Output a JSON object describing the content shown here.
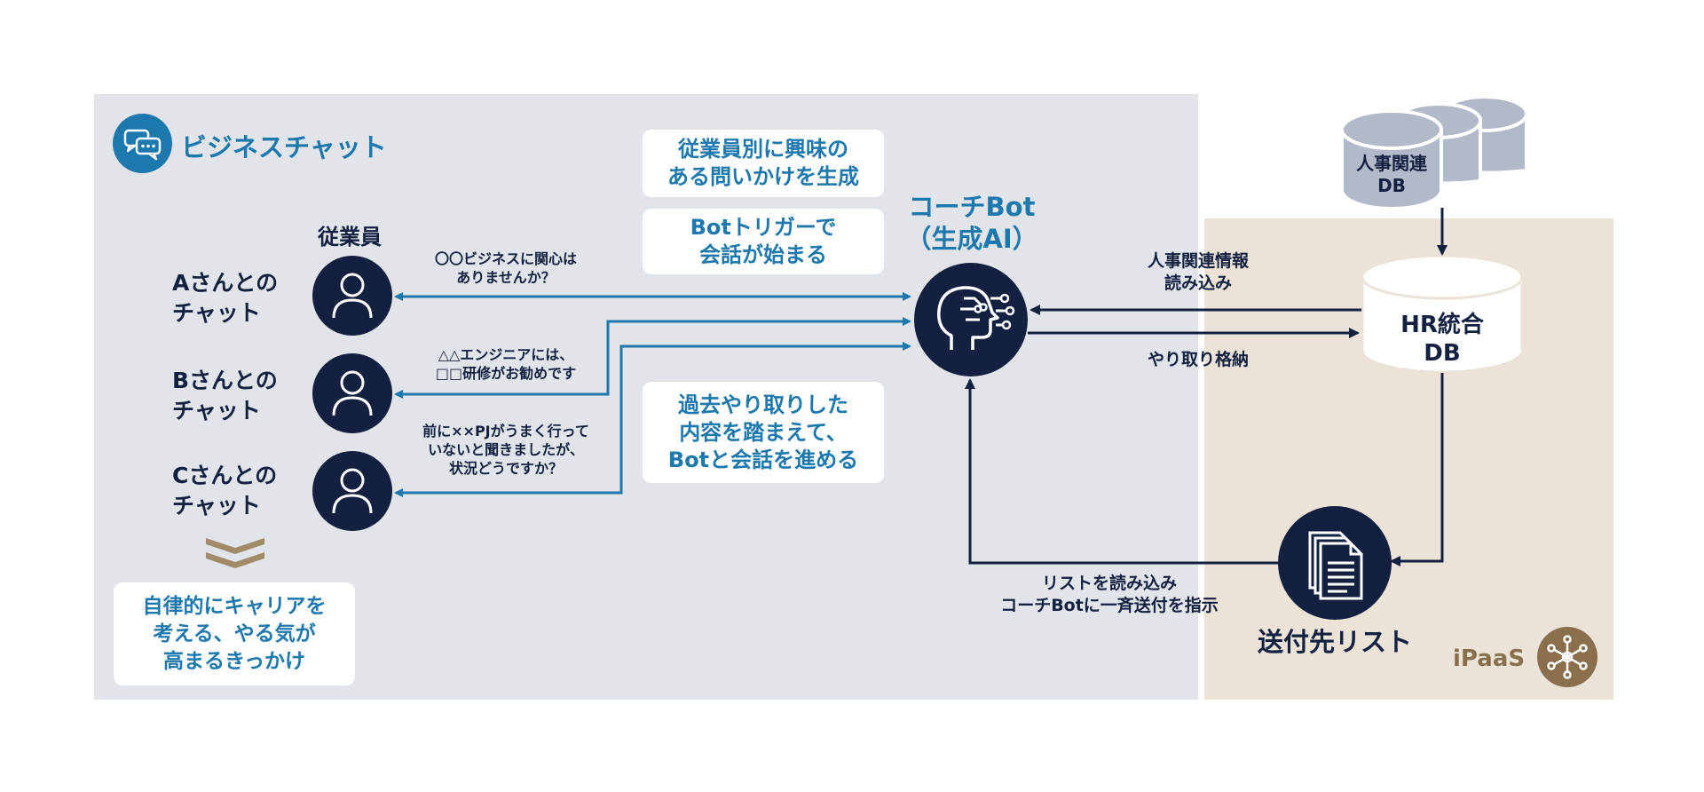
{
  "chat_panel": {
    "title": "ビジネスチャット"
  },
  "employees": {
    "header": "従業員",
    "rows": [
      {
        "label_1": "Aさんとの",
        "label_2": "チャット",
        "message_1": "〇〇ビジネスに関心は",
        "message_2": "ありませんか？"
      },
      {
        "label_1": "Bさんとの",
        "label_2": "チャット",
        "message_1": "△△エンジニアには、",
        "message_2": "□□研修がお勧めです"
      },
      {
        "label_1": "Cさんとの",
        "label_2": "チャット",
        "message_1": "前に××PJがうまく行って",
        "message_2": "いないと聞きましたが、",
        "message_3": "状況どうですか？"
      }
    ]
  },
  "outcome": {
    "line_1": "自律的にキャリアを",
    "line_2": "考える、やる気が",
    "line_3": "高まるきっかけ"
  },
  "bubbles": {
    "generate": {
      "line_1": "従業員別に興味の",
      "line_2": "ある問いかけを生成"
    },
    "trigger": {
      "line_1": "Botトリガーで",
      "line_2": "会話が始まる"
    },
    "history": {
      "line_1": "過去やり取りした",
      "line_2": "内容を踏まえて、",
      "line_3": "Botと会話を進める"
    }
  },
  "coach_bot": {
    "line_1": "コーチBot",
    "line_2": "（生成AI）"
  },
  "hr_related_db": {
    "line_1": "人事関連",
    "line_2": "DB"
  },
  "hr_integrated_db": {
    "line_1": "HR統合",
    "line_2": "DB"
  },
  "flows": {
    "load": {
      "line_1": "人事関連情報",
      "line_2": "読み込み"
    },
    "store": {
      "line_1": "やり取り格納"
    },
    "list": {
      "line_1": "リストを読み込み",
      "line_2": "コーチBotに一斉送付を指示"
    }
  },
  "send_list": {
    "label": "送付先リスト"
  },
  "ipaas": {
    "label": "iPaaS"
  },
  "colors": {
    "navy": "#13203f",
    "blue": "#1d78ad",
    "gold": "#8a6f4c",
    "chat_bg": "#e1e4e9",
    "ipaas_bg": "#ece3d8"
  }
}
